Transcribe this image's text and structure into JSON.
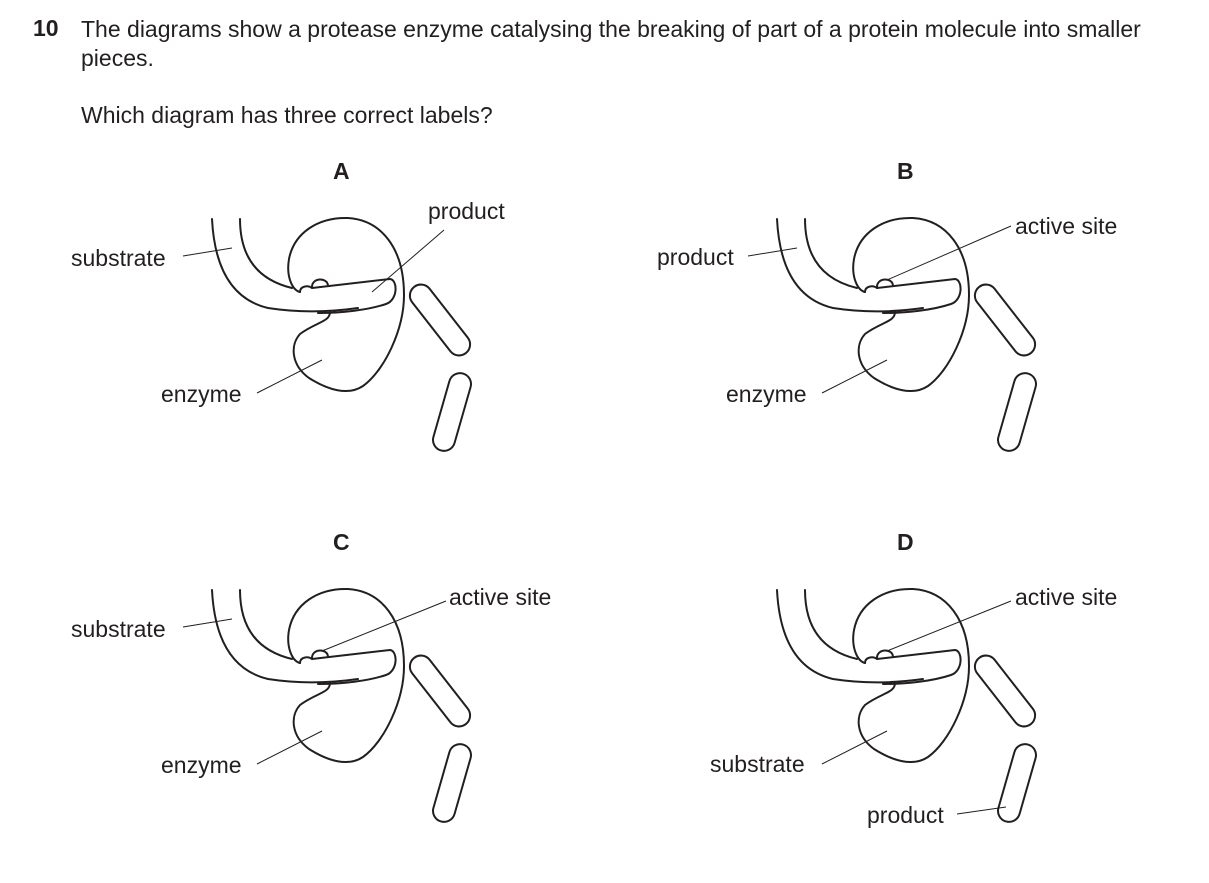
{
  "question": {
    "number": "10",
    "stem": "The diagrams show a protease enzyme catalysing the breaking of part of a protein molecule into smaller pieces.",
    "ask": "Which diagram has three correct labels?"
  },
  "options": [
    {
      "letter": "A",
      "labels": {
        "upper_left": "substrate",
        "upper_right": "product",
        "lower_left": "enzyme"
      }
    },
    {
      "letter": "B",
      "labels": {
        "upper_left": "product",
        "upper_right": "active site",
        "lower_left": "enzyme"
      }
    },
    {
      "letter": "C",
      "labels": {
        "upper_left": "substrate",
        "upper_right": "active site",
        "lower_left": "enzyme"
      }
    },
    {
      "letter": "D",
      "labels": {
        "upper_right": "active site",
        "lower_left": "substrate",
        "bottom": "product"
      }
    }
  ]
}
